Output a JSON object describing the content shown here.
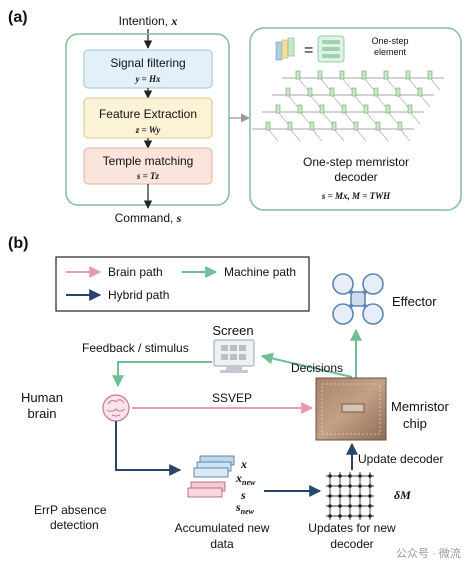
{
  "panel_a": {
    "label": "(a)",
    "input": {
      "text": "Intention, ",
      "var": "x"
    },
    "steps": [
      {
        "title": "Signal filtering",
        "formula": "y = Hx",
        "color": "#e3eff9",
        "border": "#9dc3dd"
      },
      {
        "title": "Feature Extraction",
        "formula": "z = Wy",
        "color": "#fcf2d6",
        "border": "#d9c88d"
      },
      {
        "title": "Temple matching",
        "formula": "s = Tz",
        "color": "#f9e5dc",
        "border": "#dcb5a4"
      }
    ],
    "output": {
      "text": "Command, ",
      "var": "s"
    },
    "legend_text": "One-step\nelement",
    "decoder_title_1": "One-step memristor",
    "decoder_title_2": "decoder",
    "decoder_formula": "s = Mx, M = TWH",
    "frame_color": "#7fbf98"
  },
  "panel_b": {
    "label": "(b)",
    "legend": {
      "brain_path": "Brain path",
      "machine_path": "Machine path",
      "hybrid_path": "Hybrid path"
    },
    "colors": {
      "brain": "#e89aae",
      "machine": "#6ebf96",
      "hybrid": "#27466e"
    },
    "nodes": {
      "effector": "Effector",
      "screen": "Screen",
      "feedback": "Feedback / stimulus",
      "decisions": "Decisions",
      "human_brain_1": "Human",
      "human_brain_2": "brain",
      "ssvep": "SSVEP",
      "memristor_1": "Memristor",
      "memristor_2": "chip",
      "update_decoder": "Update decoder",
      "errp_1": "ErrP absence",
      "errp_2": "detection",
      "accum_1": "Accumulated new",
      "accum_2": "data",
      "updates_1": "Updates for new",
      "updates_2": "decoder",
      "delta_m": "δM"
    },
    "data_vars": {
      "x": "x",
      "x_sub": "new",
      "s": "s",
      "s_sub": "new"
    }
  },
  "watermark": "公众号 · 微流"
}
